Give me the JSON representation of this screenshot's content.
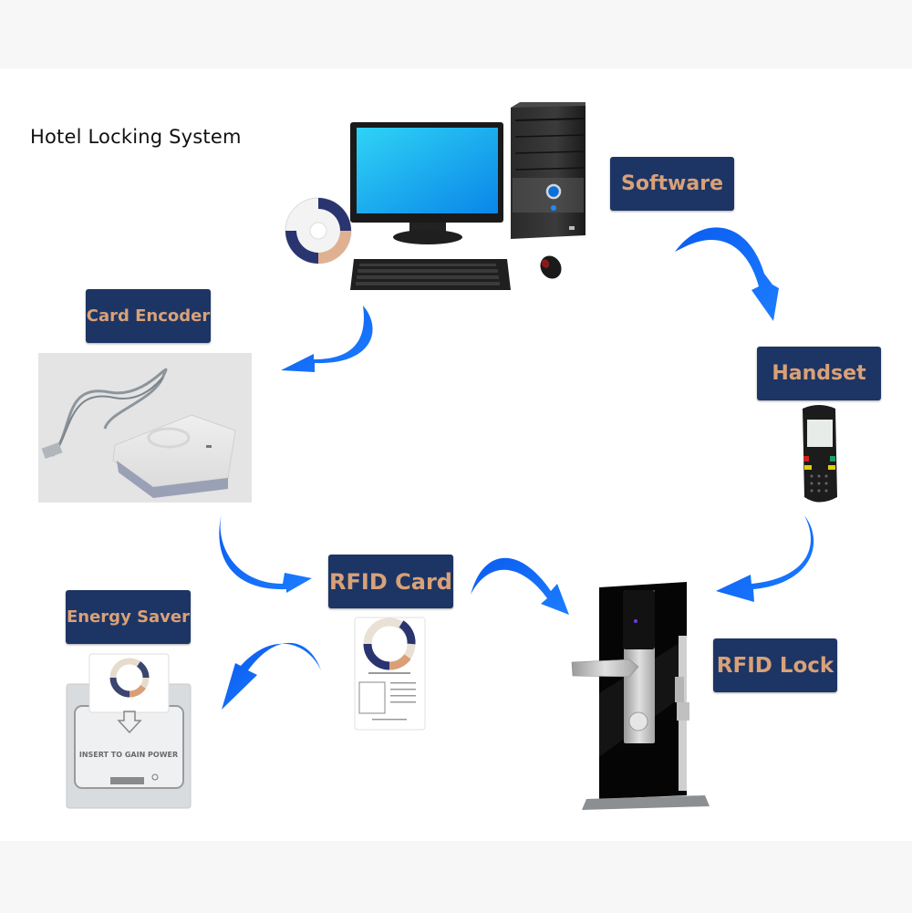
{
  "diagram": {
    "title": "Hotel Locking System",
    "nodes": [
      {
        "id": "software",
        "label": "Software",
        "device": "computer"
      },
      {
        "id": "handset",
        "label": "Handset",
        "device": "handheld-terminal"
      },
      {
        "id": "rfid_lock",
        "label": "RFID Lock",
        "device": "door-lock"
      },
      {
        "id": "rfid_card",
        "label": "RFID Card",
        "device": "key-card"
      },
      {
        "id": "card_encoder",
        "label": "Card Encoder",
        "device": "card-reader"
      },
      {
        "id": "energy_saver",
        "label": "Energy Saver",
        "device": "wall-switch"
      }
    ],
    "edges": [
      {
        "from": "software",
        "to": "handset"
      },
      {
        "from": "handset",
        "to": "rfid_lock"
      },
      {
        "from": "software",
        "to": "card_encoder"
      },
      {
        "from": "card_encoder",
        "to": "rfid_card"
      },
      {
        "from": "rfid_card",
        "to": "rfid_lock"
      },
      {
        "from": "rfid_card",
        "to": "energy_saver"
      }
    ],
    "energy_saver_text": "INSERT TO GAIN POWER",
    "colors": {
      "label_bg": "#1d3564",
      "label_text": "#d9a178",
      "arrow": "#1a73ff",
      "band": "#f7f7f7"
    }
  }
}
